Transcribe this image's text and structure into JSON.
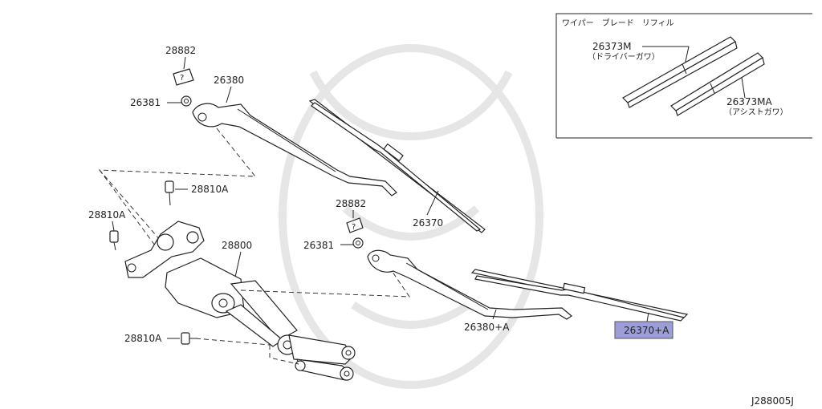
{
  "refill_box": {
    "title": "ワイパー　ブレード　リフィル",
    "driver_part": "26373M",
    "driver_note": "（ドライバーガワ）",
    "assist_part": "26373MA",
    "assist_note": "（アシストガワ）"
  },
  "parts": {
    "cap_upper": "28882",
    "nut_upper": "26381",
    "arm_driver": "26380",
    "bolt_upper": "28810A",
    "bolt_left": "28810A",
    "motor_linkage": "28800",
    "cap_lower": "28882",
    "nut_lower": "26381",
    "blade_driver": "26370",
    "arm_assist": "26380+A",
    "bolt_lower": "28810A",
    "blade_assist": "26370+A"
  },
  "highlight_color": "#9d9dd8",
  "diagram_code": "J288005J"
}
